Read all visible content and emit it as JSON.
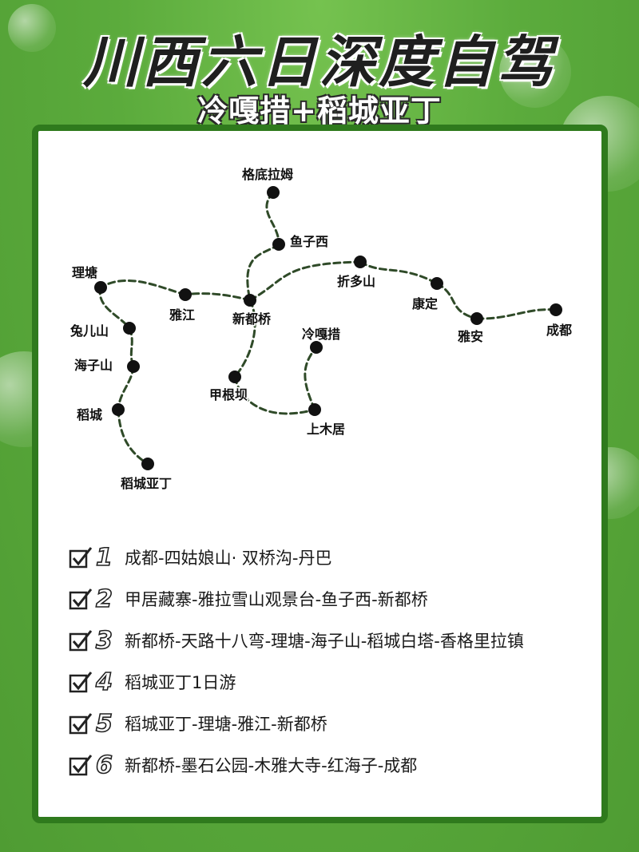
{
  "header": {
    "title": "川西六日深度自驾",
    "subtitle": "冷嘎措+稻城亚丁"
  },
  "map": {
    "places": [
      {
        "id": "gedi",
        "label": "格底拉姆"
      },
      {
        "id": "yuzixi",
        "label": "鱼子西"
      },
      {
        "id": "litang",
        "label": "理塘"
      },
      {
        "id": "yajiang",
        "label": "雅江"
      },
      {
        "id": "xindu",
        "label": "新都桥"
      },
      {
        "id": "zheduo",
        "label": "折多山"
      },
      {
        "id": "kangding",
        "label": "康定"
      },
      {
        "id": "yaan",
        "label": "雅安"
      },
      {
        "id": "chengdu",
        "label": "成都"
      },
      {
        "id": "tuer",
        "label": "兔儿山"
      },
      {
        "id": "haizi",
        "label": "海子山"
      },
      {
        "id": "daocheng",
        "label": "稻城"
      },
      {
        "id": "yading",
        "label": "稻城亚丁"
      },
      {
        "id": "jiagen",
        "label": "甲根坝"
      },
      {
        "id": "lengga",
        "label": "冷嘎措"
      },
      {
        "id": "shangmu",
        "label": "上木居"
      }
    ]
  },
  "itinerary": [
    {
      "day": "1",
      "text": "成都-四姑娘山· 双桥沟-丹巴"
    },
    {
      "day": "2",
      "text": "甲居藏寨-雅拉雪山观景台-鱼子西-新都桥"
    },
    {
      "day": "3",
      "text": "新都桥-天路十八弯-理塘-海子山-稻城白塔-香格里拉镇"
    },
    {
      "day": "4",
      "text": "稻城亚丁1日游"
    },
    {
      "day": "5",
      "text": "稻城亚丁-理塘-雅江-新都桥"
    },
    {
      "day": "6",
      "text": "新都桥-墨石公园-木雅大寺-红海子-成都"
    }
  ]
}
